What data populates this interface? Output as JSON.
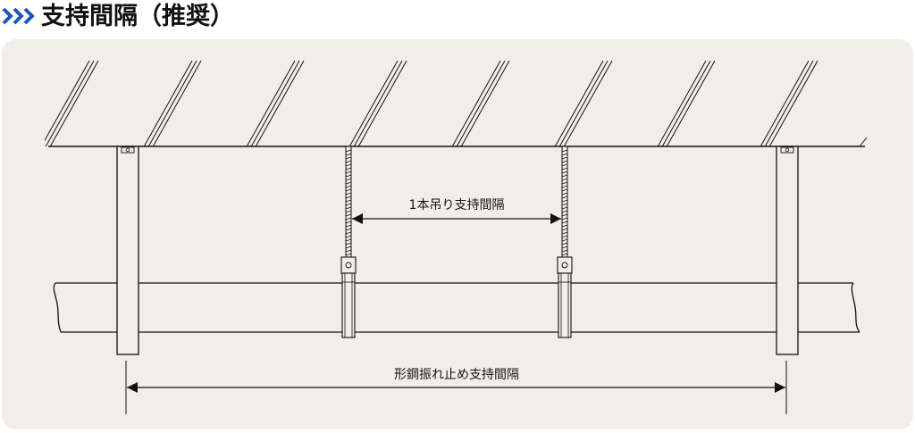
{
  "header": {
    "title": "支持間隔（推奨）",
    "marker_color": "#1a57b8"
  },
  "diagram": {
    "label_hanger_spacing": "1本吊り支持間隔",
    "label_brace_spacing": "形鋼振れ止め支持間隔",
    "panel_color": "#f1eee8",
    "line_color": "#111111"
  }
}
